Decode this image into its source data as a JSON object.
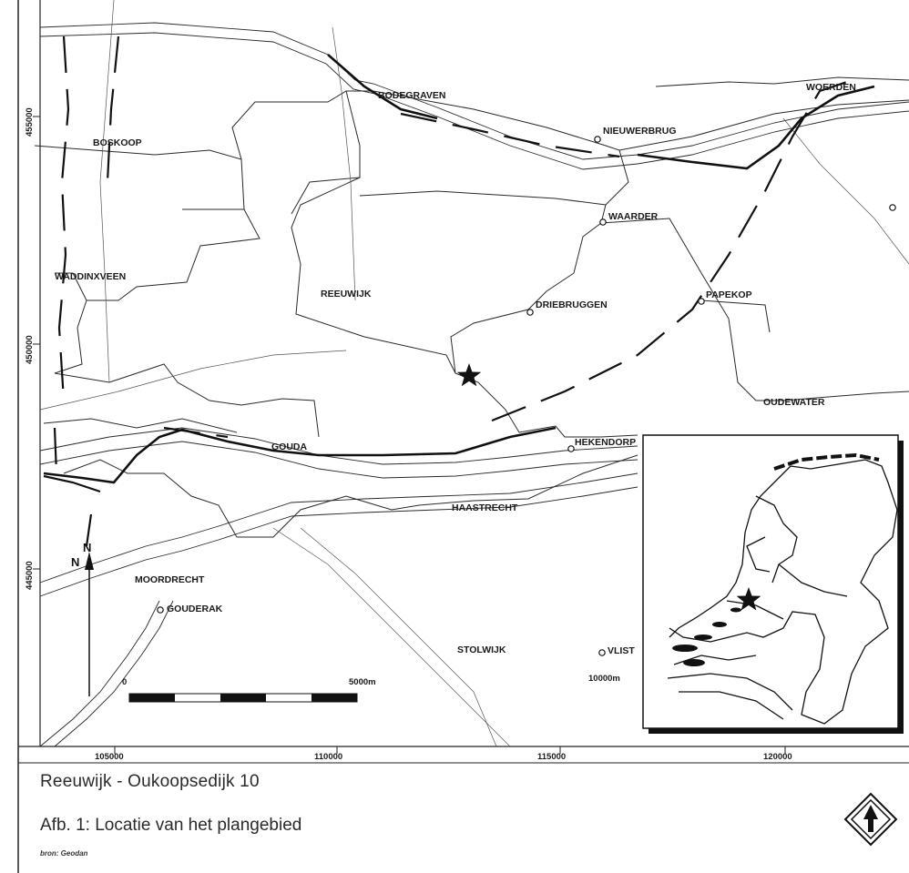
{
  "map": {
    "places": {
      "bodegraven": "BODEGRAVEN",
      "boskoop": "BOSKOOP",
      "nieuwerbrug": "NIEUWERBRUG",
      "woerden": "WOERDEN",
      "waarder": "WAARDER",
      "waddinxveen": "WADDINXVEEN",
      "reeuwijk": "REEUWIJK",
      "driebruggen": "DRIEBRUGGEN",
      "papekop": "PAPEKOP",
      "oudewater": "OUDEWATER",
      "gouda": "GOUDA",
      "hekendorp": "HEKENDORP",
      "haastrecht": "HAASTRECHT",
      "moordrecht": "MOORDRECHT",
      "gouderak": "GOUDERAK",
      "stolwijk": "STOLWIJK",
      "vlist": "VLIST"
    },
    "x_ticks": [
      "105000",
      "110000",
      "115000",
      "120000"
    ],
    "y_ticks": [
      "455000",
      "450000",
      "445000"
    ],
    "scale_bar": {
      "start": "0",
      "mid": "5000m",
      "end": "10000m"
    },
    "north_label": "N"
  },
  "caption": {
    "title": "Reeuwijk - Oukoopsedijk 10",
    "subtitle": "Afb. 1: Locatie van het plangebied",
    "source": "bron: Geodan"
  },
  "icons": {
    "location_marker": "star-icon",
    "north_arrow": "north-arrow-icon",
    "logo": "diamond-logo-icon"
  },
  "colors": {
    "ink": "#1a1a1a",
    "paper": "#ffffff"
  }
}
